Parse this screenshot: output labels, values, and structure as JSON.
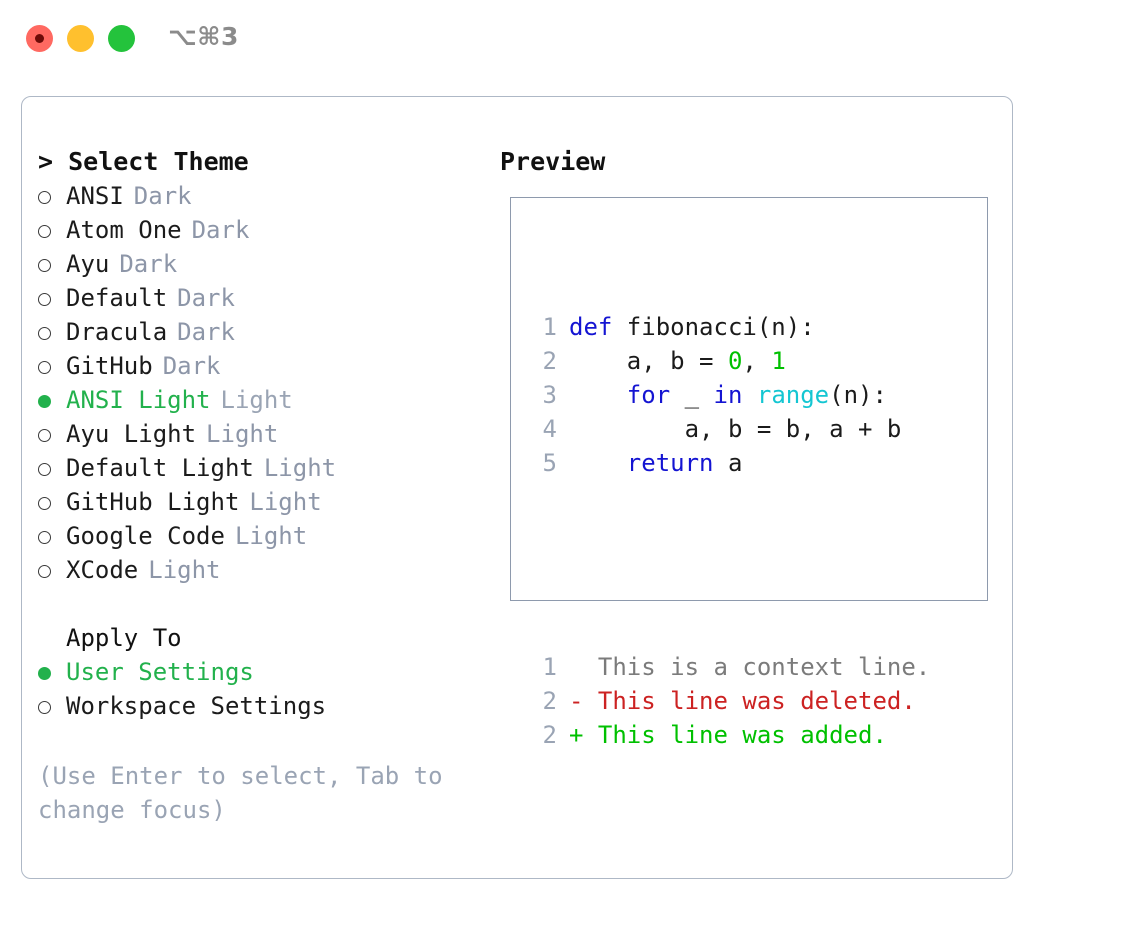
{
  "titlebar": {
    "shortcut": "⌥⌘3",
    "buttons": [
      {
        "name": "close",
        "color": "#ff6961"
      },
      {
        "name": "minimize",
        "color": "#ffc02e"
      },
      {
        "name": "zoom",
        "color": "#24c33c"
      }
    ]
  },
  "theme_picker": {
    "heading": "> Select Theme",
    "options": [
      {
        "name": "ANSI",
        "tag": "Dark",
        "selected": false
      },
      {
        "name": "Atom One",
        "tag": "Dark",
        "selected": false
      },
      {
        "name": "Ayu",
        "tag": "Dark",
        "selected": false
      },
      {
        "name": "Default",
        "tag": "Dark",
        "selected": false
      },
      {
        "name": "Dracula",
        "tag": "Dark",
        "selected": false
      },
      {
        "name": "GitHub",
        "tag": "Dark",
        "selected": false
      },
      {
        "name": "ANSI Light",
        "tag": "Light",
        "selected": true
      },
      {
        "name": "Ayu Light",
        "tag": "Light",
        "selected": false
      },
      {
        "name": "Default Light",
        "tag": "Light",
        "selected": false
      },
      {
        "name": "GitHub Light",
        "tag": "Light",
        "selected": false
      },
      {
        "name": "Google Code",
        "tag": "Light",
        "selected": false
      },
      {
        "name": "XCode",
        "tag": "Light",
        "selected": false
      }
    ]
  },
  "apply_to": {
    "heading": "Apply To",
    "options": [
      {
        "name": "User Settings",
        "selected": true
      },
      {
        "name": "Workspace Settings",
        "selected": false
      }
    ]
  },
  "hint": "(Use Enter to select, Tab to change focus)",
  "preview": {
    "heading": "Preview",
    "code_lines": [
      {
        "no": "1",
        "tokens": [
          {
            "t": "def",
            "c": "kw"
          },
          {
            "t": " fibonacci(n):",
            "c": "pl"
          }
        ]
      },
      {
        "no": "2",
        "tokens": [
          {
            "t": "    a, b = ",
            "c": "pl"
          },
          {
            "t": "0",
            "c": "num"
          },
          {
            "t": ", ",
            "c": "pl"
          },
          {
            "t": "1",
            "c": "num"
          }
        ]
      },
      {
        "no": "3",
        "tokens": [
          {
            "t": "    ",
            "c": "pl"
          },
          {
            "t": "for",
            "c": "kw"
          },
          {
            "t": " _ ",
            "c": "pl"
          },
          {
            "t": "in",
            "c": "kw"
          },
          {
            "t": " ",
            "c": "pl"
          },
          {
            "t": "range",
            "c": "fn"
          },
          {
            "t": "(n):",
            "c": "pl"
          }
        ]
      },
      {
        "no": "4",
        "tokens": [
          {
            "t": "        a, b = b, a + b",
            "c": "pl"
          }
        ]
      },
      {
        "no": "5",
        "tokens": [
          {
            "t": "    ",
            "c": "pl"
          },
          {
            "t": "return",
            "c": "kw"
          },
          {
            "t": " a",
            "c": "pl"
          }
        ]
      }
    ],
    "diff_lines": [
      {
        "no": "1",
        "marker": " ",
        "text": " This is a context line.",
        "kind": "ctx"
      },
      {
        "no": "2",
        "marker": "-",
        "text": " This line was deleted.",
        "kind": "del"
      },
      {
        "no": "2",
        "marker": "+",
        "text": " This line was added.",
        "kind": "add"
      }
    ]
  },
  "colors": {
    "accent_green": "#22b14c",
    "keyword_blue": "#1414d2",
    "function_cyan": "#14c6d2",
    "number_green": "#00c000",
    "diff_add": "#00c000",
    "diff_del": "#cc2222",
    "muted": "#8d96a8",
    "border": "#aeb8c6"
  }
}
